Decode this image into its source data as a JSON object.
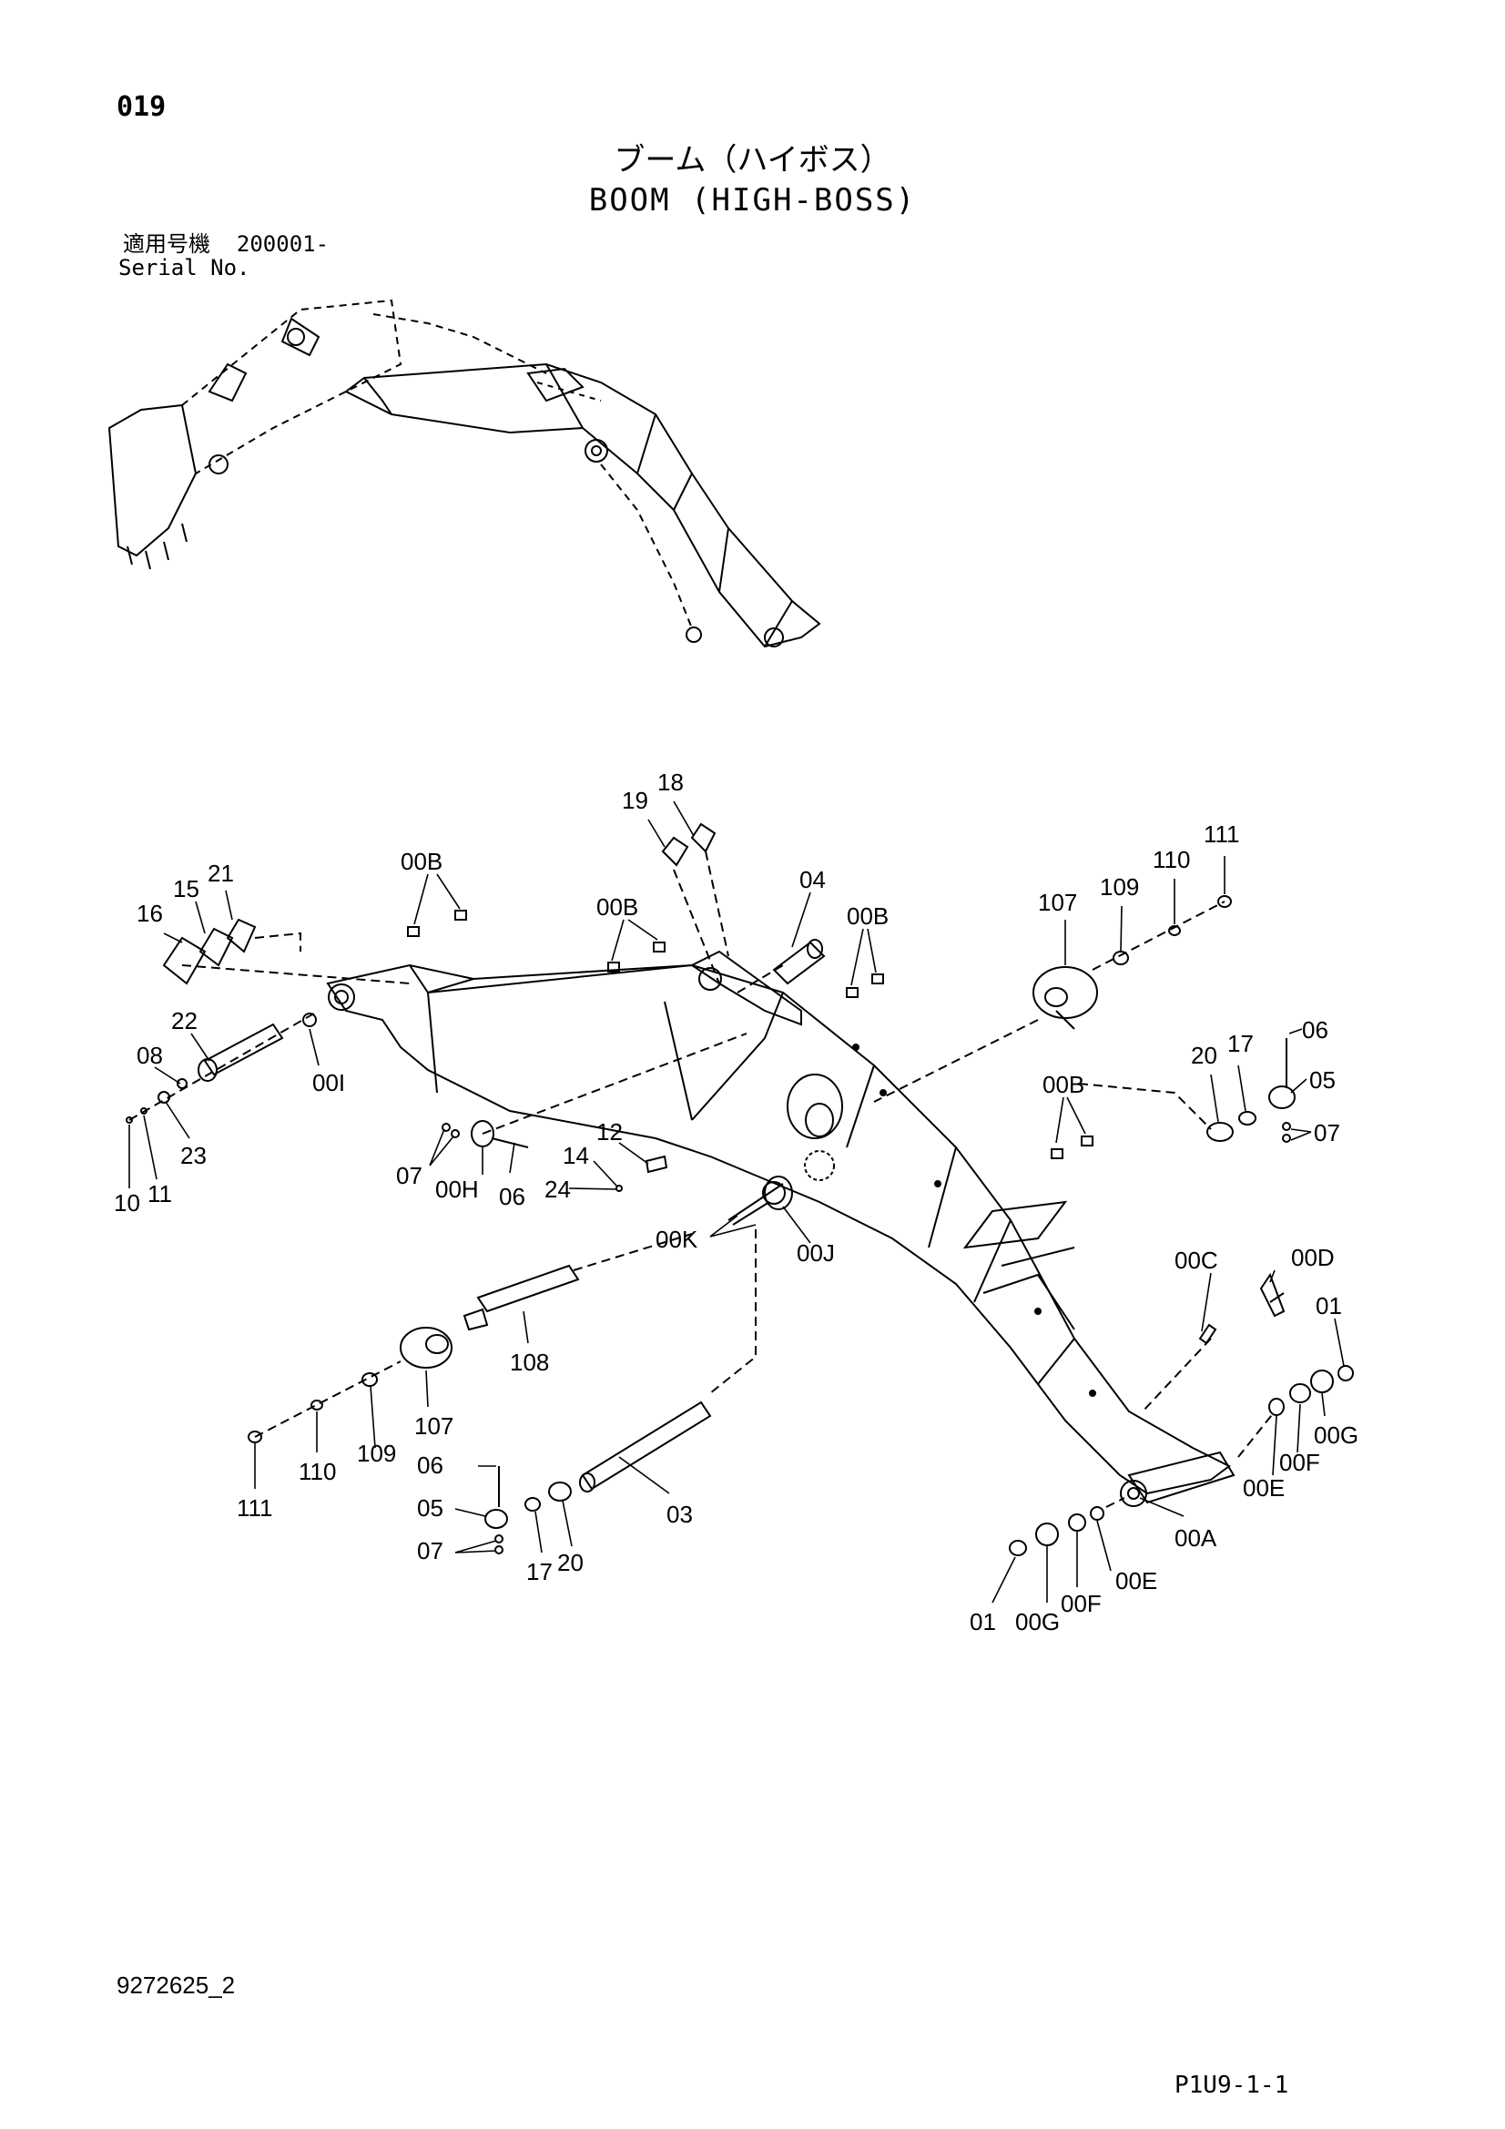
{
  "page_number": "019",
  "title_jp": "ブーム（ハイボス）",
  "title_en": "BOOM (HIGH-BOSS)",
  "serial_label_jp": "適用号機",
  "serial_value": "200001-",
  "serial_label_en": "Serial No.",
  "document_id": "9272625_2",
  "page_reference": "P1U9-1-1",
  "callouts": {
    "c16": "16",
    "c15": "15",
    "c21": "21",
    "c22": "22",
    "c08": "08",
    "c23": "23",
    "c10": "10",
    "c11": "11",
    "c00I": "00I",
    "c00B_a": "00B",
    "c00B_b": "00B",
    "c00B_c": "00B",
    "c00B_d": "00B",
    "c19": "19",
    "c18": "18",
    "c04": "04",
    "c107_top": "107",
    "c109_top": "109",
    "c110_top": "110",
    "c111_top": "111",
    "c20_r": "20",
    "c17_r": "17",
    "c06_r": "06",
    "c05_r": "05",
    "c07_r": "07",
    "c07_l": "07",
    "c00H": "00H",
    "c06_l": "06",
    "c12": "12",
    "c14": "14",
    "c24": "24",
    "c00K": "00K",
    "c00J": "00J",
    "c108": "108",
    "c107_bot": "107",
    "c109_bot": "109",
    "c110_bot": "110",
    "c111_bot": "111",
    "c06_b": "06",
    "c05_b": "05",
    "c07_b": "07",
    "c17_b": "17",
    "c20_b": "20",
    "c03": "03",
    "c00C": "00C",
    "c00D": "00D",
    "c01_r": "01",
    "c00G_r": "00G",
    "c00F_r": "00F",
    "c00E_r": "00E",
    "c00A": "00A",
    "c00E_b": "00E",
    "c00F_b": "00F",
    "c00G_b": "00G",
    "c01_b": "01"
  }
}
